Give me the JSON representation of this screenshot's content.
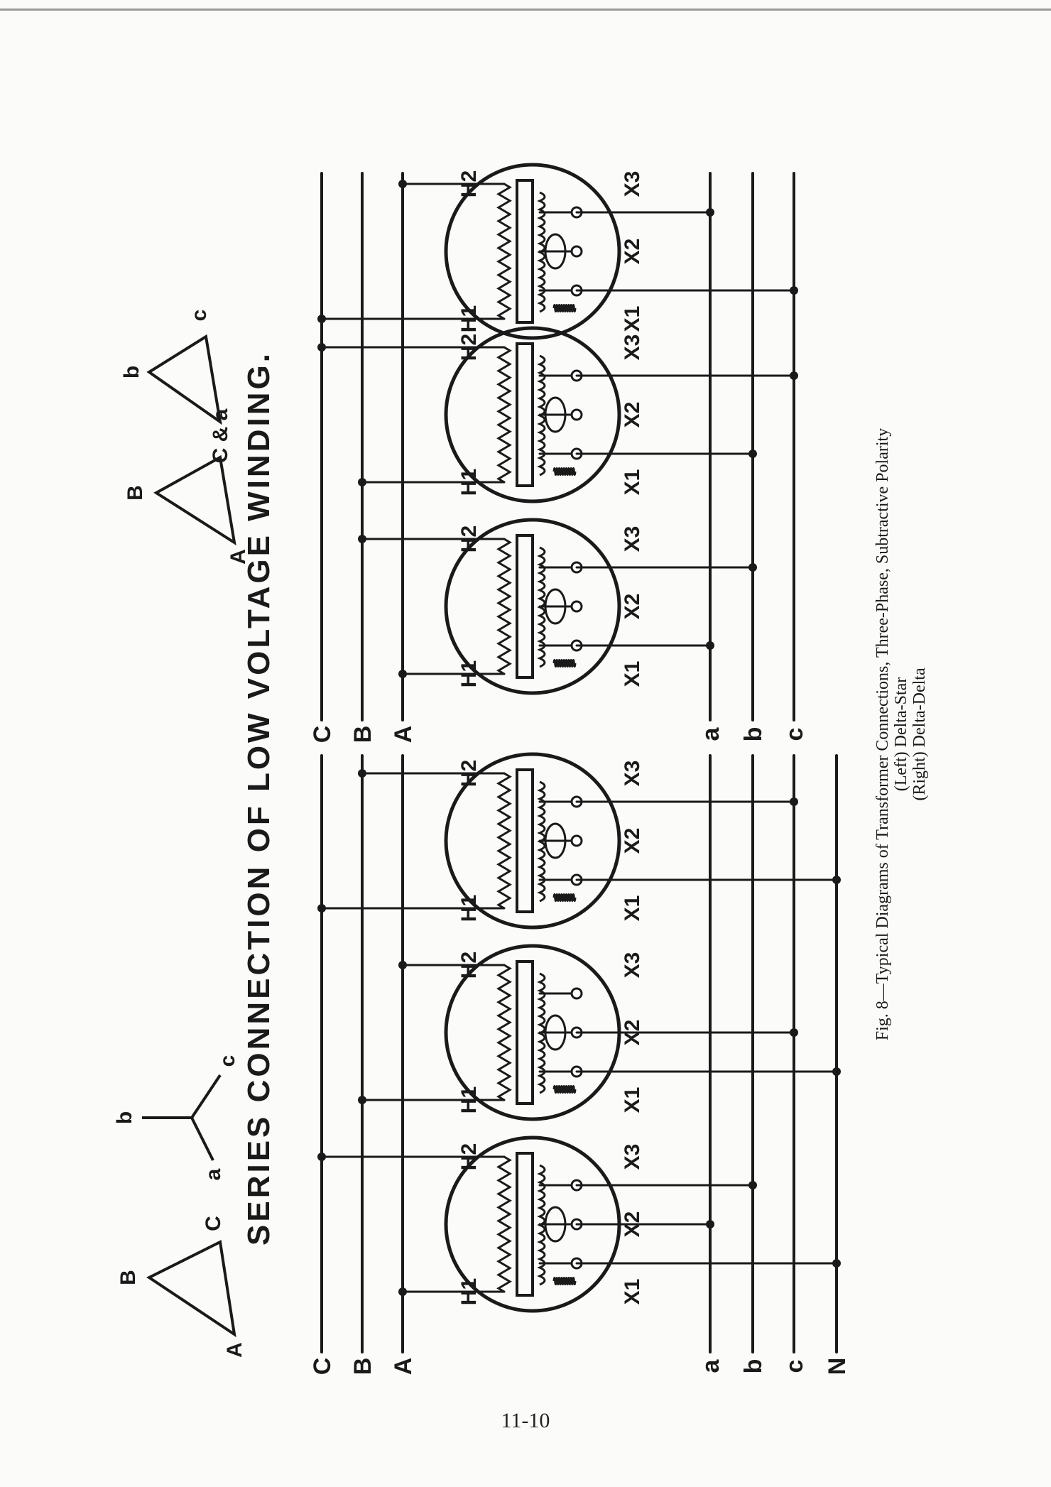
{
  "title": "SERIES CONNECTION OF LOW VOLTAGE WINDING.",
  "caption": {
    "line1": "Fig. 8—Typical Diagrams of Transformer Connections, Three-Phase, Subtractive Polarity",
    "line2": "(Left) Delta-Star",
    "line3": "(Right) Delta-Delta"
  },
  "page_number": "11-10",
  "left_diagram": {
    "primary_bus_labels": [
      "A",
      "B",
      "C"
    ],
    "secondary_bus_labels": [
      "a",
      "b",
      "c",
      "N"
    ],
    "delta_symbol": {
      "vertex_labels": [
        "A",
        "B",
        "C"
      ]
    },
    "star_symbol": {
      "vertex_labels": [
        "a",
        "b",
        "c"
      ]
    }
  },
  "right_diagram": {
    "primary_bus_labels": [
      "A",
      "B",
      "C"
    ],
    "secondary_bus_labels": [
      "a",
      "b",
      "c"
    ],
    "delta_symbol_primary": {
      "vertex_labels": [
        "A",
        "B",
        "C & a"
      ]
    },
    "delta_symbol_secondary": {
      "vertex_labels": [
        "b",
        "c"
      ]
    }
  },
  "terminal_labels": {
    "h1": "H1",
    "h2": "H2",
    "x1": "X1",
    "x2": "X2",
    "x3": "X3"
  },
  "colors": {
    "ink": "#1a1a1a",
    "paper": "#fbfbf9"
  }
}
